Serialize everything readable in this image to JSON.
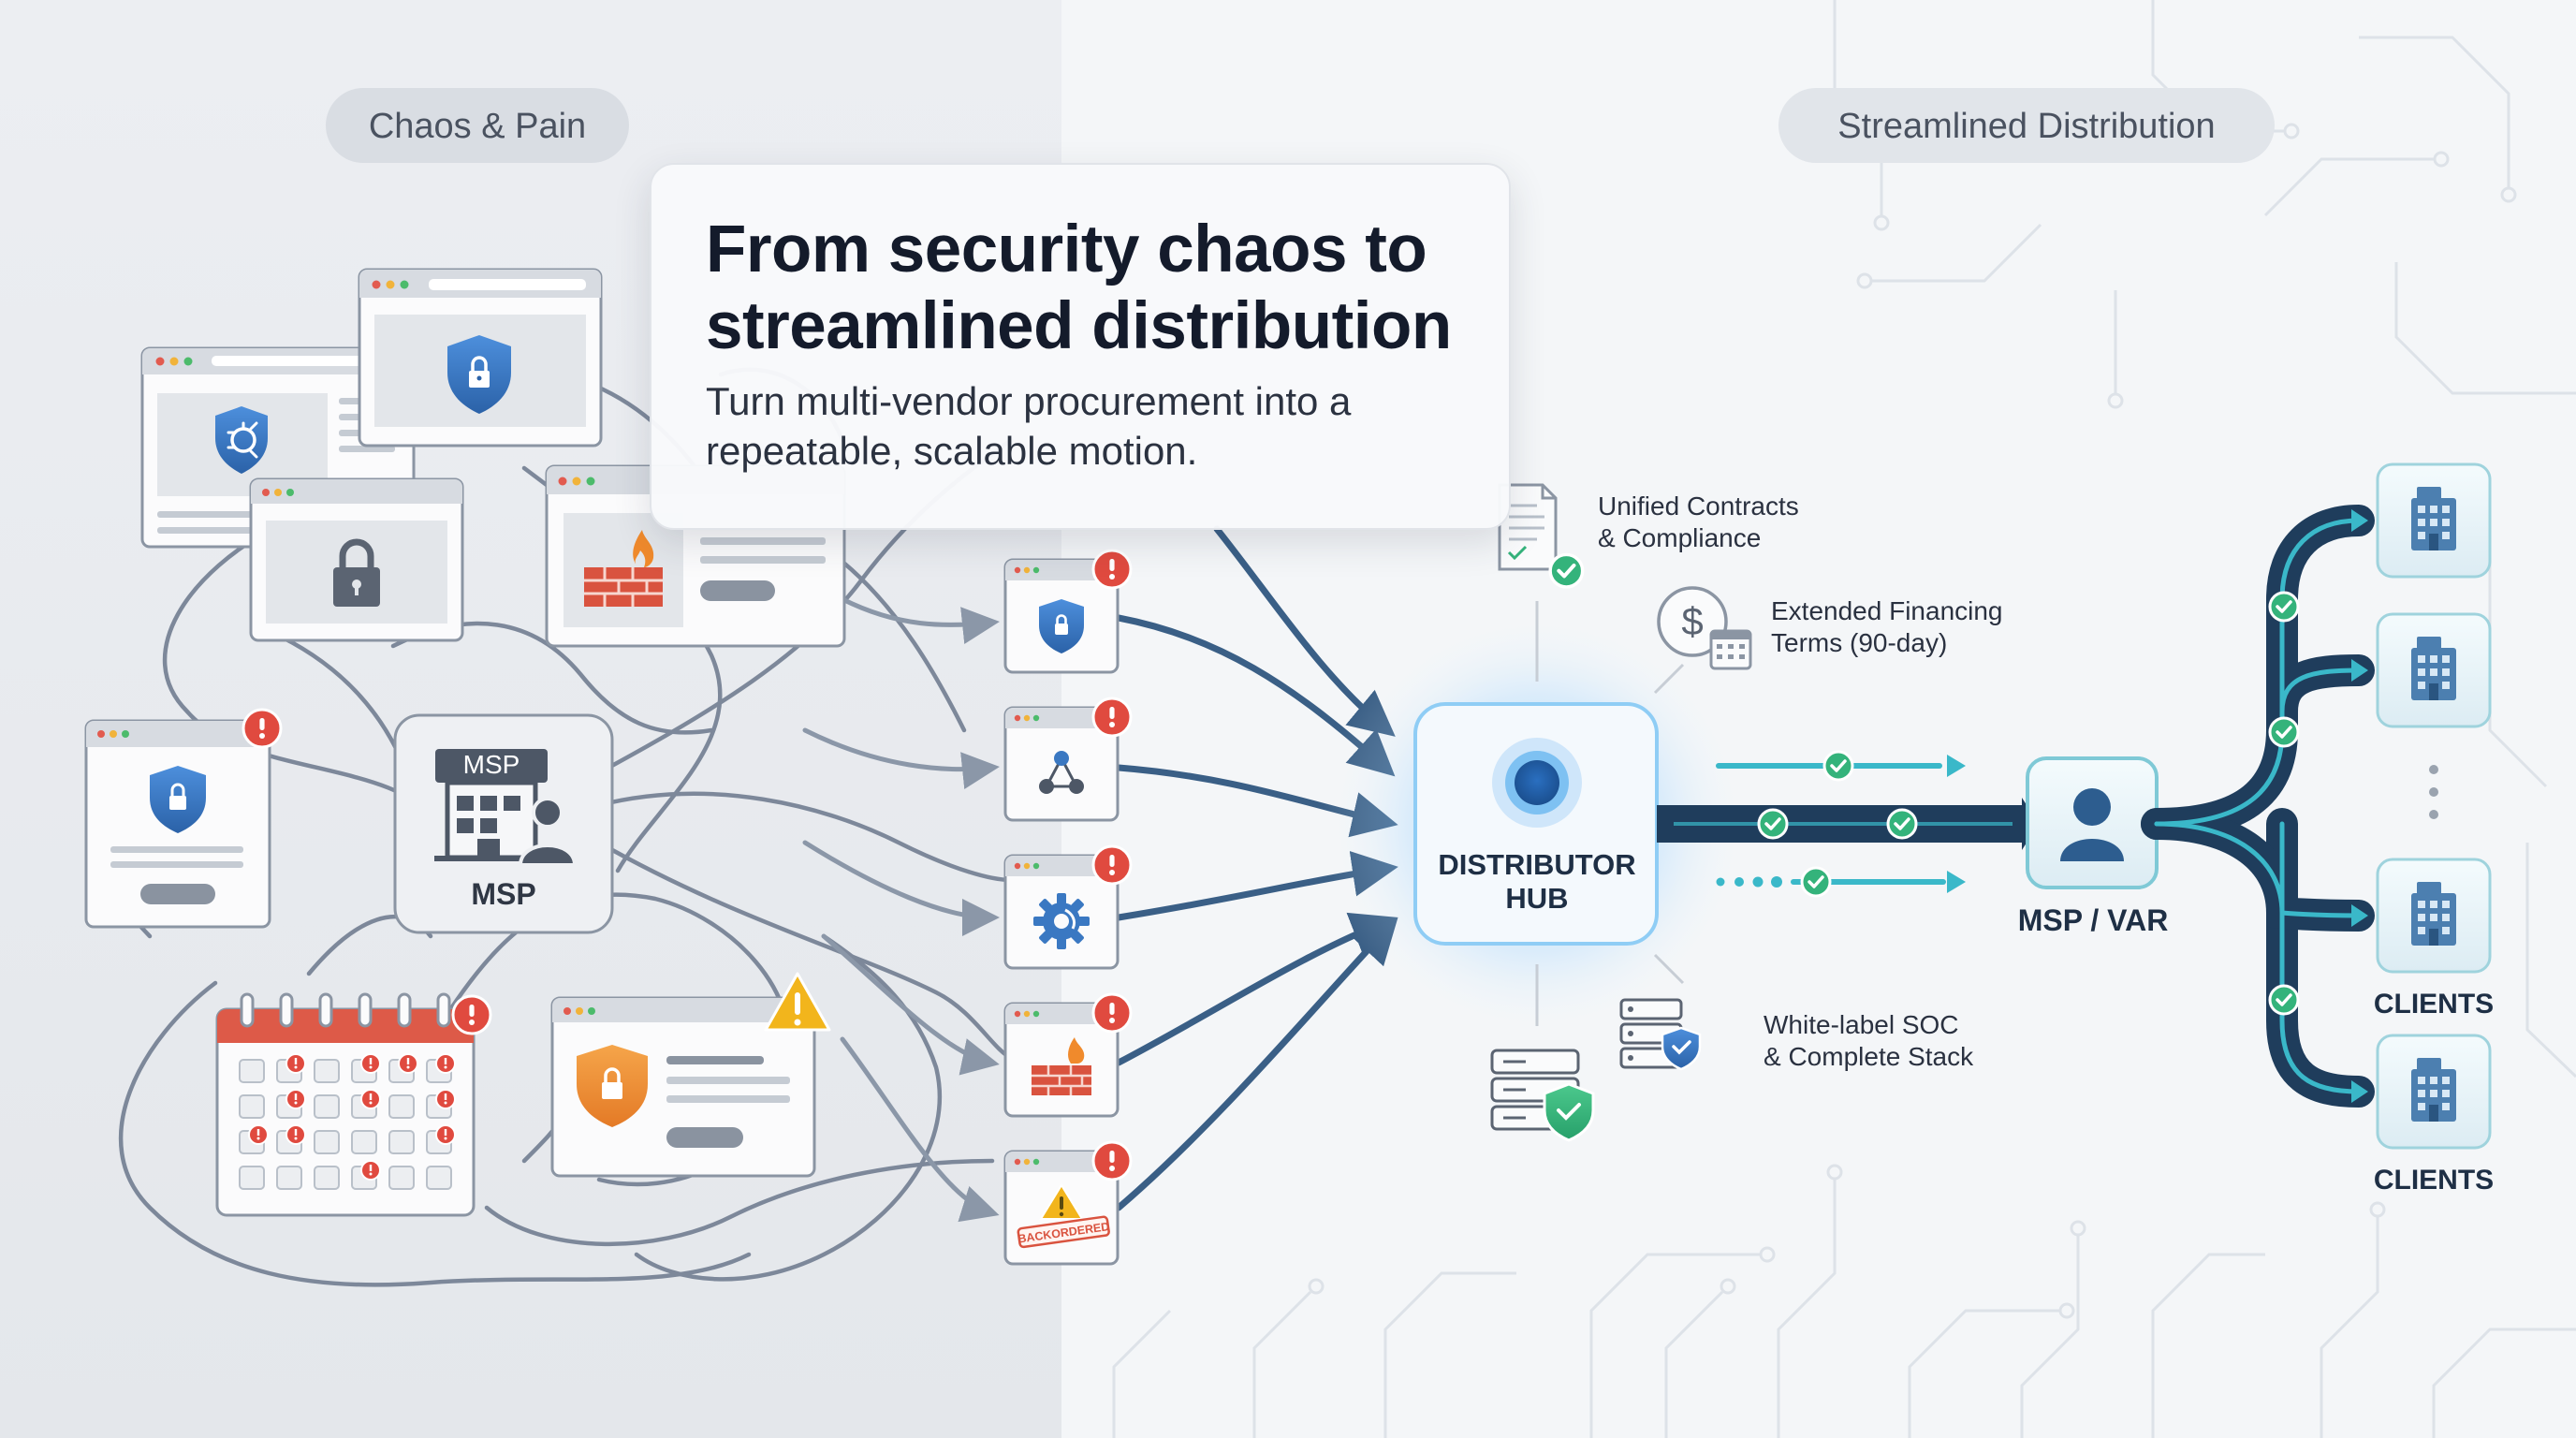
{
  "sections": {
    "left_pill": "Chaos & Pain",
    "right_pill": "Streamlined Distribution"
  },
  "header": {
    "title_line1": "From security chaos to",
    "title_line2": "streamlined distribution",
    "subtitle_line1": "Turn multi-vendor procurement into a",
    "subtitle_line2": "repeatable, scalable motion."
  },
  "chaos": {
    "msp_sign": "MSP",
    "msp_label": "MSP",
    "backordered_stamp": "BACKORDERED"
  },
  "hub": {
    "line1": "DISTRIBUTOR",
    "line2": "HUB"
  },
  "benefits": [
    {
      "line1": "Unified Contracts",
      "line2": "& Compliance",
      "icon": "contract-check-icon"
    },
    {
      "line1": "Extended Financing",
      "line2": "Terms (90-day)",
      "icon": "financing-calendar-icon"
    },
    {
      "line1": "White-label SOC",
      "line2": "& Complete Stack",
      "icon": "server-shield-icon"
    }
  ],
  "msp_var": {
    "label": "MSP / VAR"
  },
  "clients": {
    "label_upper": "CLIENTS",
    "label_lower": "CLIENTS"
  },
  "colors": {
    "left_bg": "#e8ebef",
    "right_bg": "#f4f6f8",
    "navy": "#1f3d5c",
    "teal": "#3ab8c9",
    "green": "#34b37b",
    "alert_red": "#e04a3f",
    "warning_yellow": "#f2b51c",
    "shield_blue": "#3a78c2",
    "hub_glow": "#5ab4f0"
  }
}
